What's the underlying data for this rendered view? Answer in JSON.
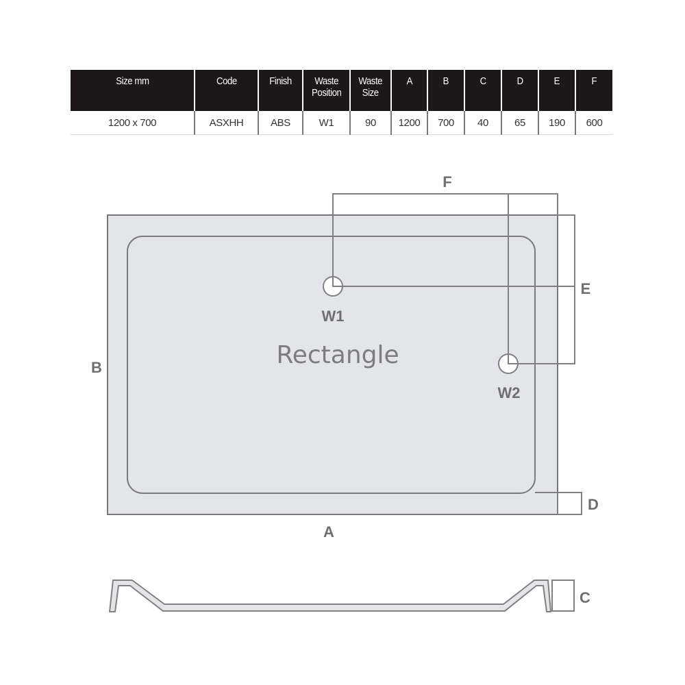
{
  "table": {
    "headers": [
      "Size mm",
      "Code",
      "Finish",
      "Waste Position",
      "Waste Size",
      "A",
      "B",
      "C",
      "D",
      "E",
      "F"
    ],
    "header_lines": [
      [
        "Size mm"
      ],
      [
        "Code"
      ],
      [
        "Finish"
      ],
      [
        "Waste",
        "Position"
      ],
      [
        "Waste",
        "Size"
      ],
      [
        "A"
      ],
      [
        "B"
      ],
      [
        "C"
      ],
      [
        "D"
      ],
      [
        "E"
      ],
      [
        "F"
      ]
    ],
    "rows": [
      [
        "1200 x 700",
        "ASXHH",
        "ABS",
        "W1",
        "90",
        "1200",
        "700",
        "40",
        "65",
        "190",
        "600"
      ]
    ],
    "colors": {
      "header_bg": "#1c1718",
      "header_text": "#ffffff",
      "cell_text": "#333333"
    }
  },
  "diagram": {
    "title": "Rectangle",
    "dimension_labels": {
      "A": "A",
      "B": "B",
      "C": "C",
      "D": "D",
      "E": "E",
      "F": "F"
    },
    "waste_labels": {
      "w1": "W1",
      "w2": "W2"
    },
    "colors": {
      "tray_fill": "#e4e5e9",
      "stroke": "#777777",
      "label": "#6f6f6f"
    }
  }
}
